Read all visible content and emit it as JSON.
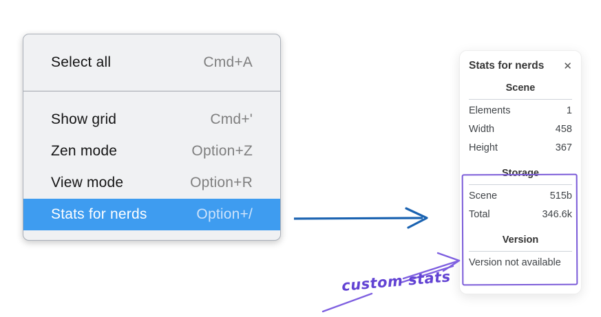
{
  "context_menu": {
    "sections": [
      {
        "items": [
          {
            "label": "Select all",
            "shortcut": "Cmd+A",
            "highlighted": false
          }
        ]
      },
      {
        "items": [
          {
            "label": "Show grid",
            "shortcut": "Cmd+'",
            "highlighted": false
          },
          {
            "label": "Zen mode",
            "shortcut": "Option+Z",
            "highlighted": false
          },
          {
            "label": "View mode",
            "shortcut": "Option+R",
            "highlighted": false
          },
          {
            "label": "Stats for nerds",
            "shortcut": "Option+/",
            "highlighted": true
          }
        ]
      }
    ]
  },
  "stats_panel": {
    "title": "Stats for nerds",
    "close_glyph": "✕",
    "sections": [
      {
        "header": "Scene",
        "rows": [
          {
            "label": "Elements",
            "value": "1"
          },
          {
            "label": "Width",
            "value": "458"
          },
          {
            "label": "Height",
            "value": "367"
          }
        ]
      },
      {
        "header": "Storage",
        "rows": [
          {
            "label": "Scene",
            "value": "515b"
          },
          {
            "label": "Total",
            "value": "346.6k"
          }
        ]
      },
      {
        "header": "Version",
        "note": "Version not available"
      }
    ]
  },
  "annotations": {
    "custom_stats_label": "custom stats"
  },
  "colors": {
    "menu_highlight_blue": "#3e9cf0",
    "arrow_blue": "#1b63b1",
    "annotation_purple": "#7a5ad8",
    "handwriting_purple": "#6243d3"
  }
}
